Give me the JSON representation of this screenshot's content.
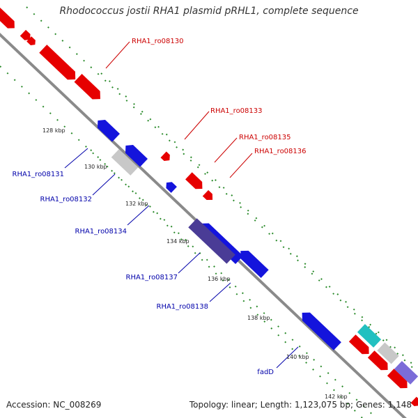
{
  "title": "Rhodococcus jostii RHA1 plasmid pRHL1, complete sequence",
  "footer": {
    "accession": "Accession: NC_008269",
    "topology": "Topology: linear; Length: 1,123,075 bp; Genes: 1,148"
  },
  "colors": {
    "forward_gene": "#e60000",
    "reverse_gene": "#1414dc",
    "neutral_gene": "#c8c8c8",
    "teal_gene": "#22c0c0",
    "purple_gene": "#7b6cd8",
    "dark_purple_gene": "#4a3c96",
    "backbone": "#8a8a8a",
    "tick_marks": "#2a8a2a",
    "forward_label": "#cc0000",
    "reverse_label": "#0000aa"
  },
  "tick_labels": [
    "128 kbp",
    "130 kbp",
    "132 kbp",
    "134 kbp",
    "136 kbp",
    "138 kbp",
    "140 kbp",
    "142 kbp"
  ],
  "gene_labels": {
    "forward": [
      "RHA1_ro08130",
      "RHA1_ro08133",
      "RHA1_ro08135",
      "RHA1_ro08136"
    ],
    "reverse": [
      "RHA1_ro08131",
      "RHA1_ro08132",
      "RHA1_ro08134",
      "RHA1_ro08137",
      "RHA1_ro08138",
      "fadD"
    ]
  }
}
